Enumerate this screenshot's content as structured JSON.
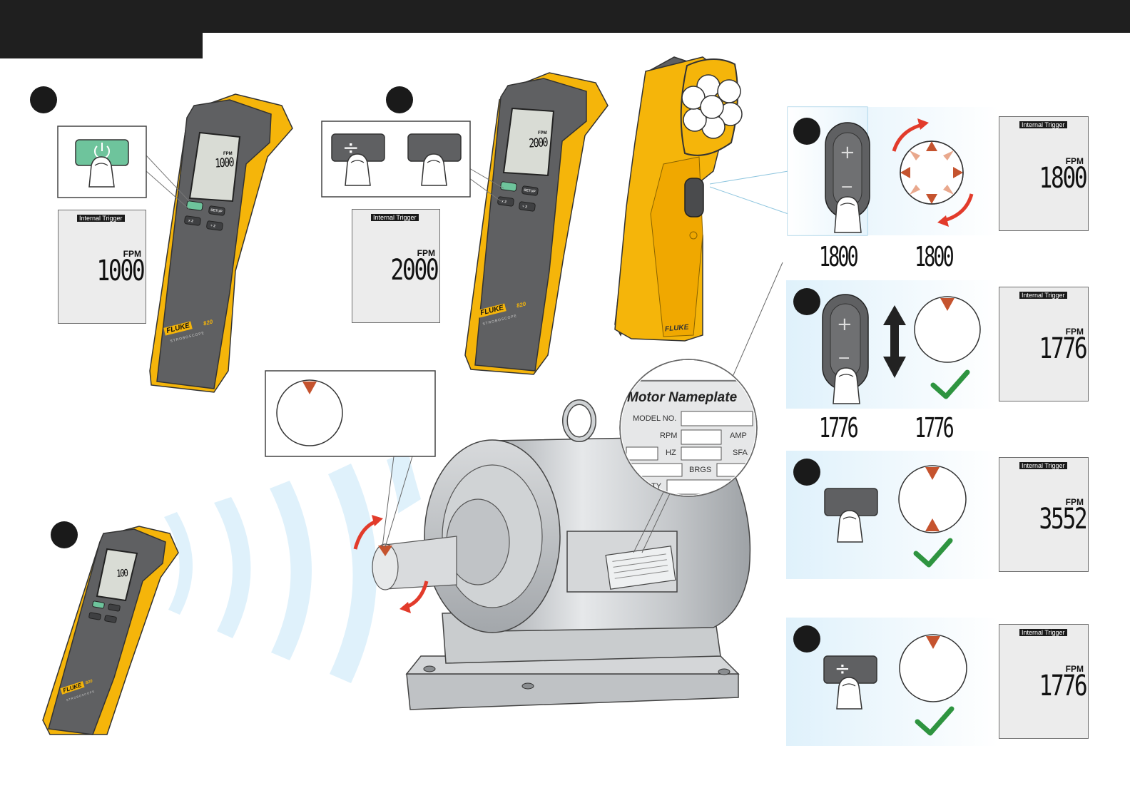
{
  "lcd_tag": "Internal Trigger",
  "lcd_unit": "FPM",
  "step1_display": "1000",
  "step2_display": "2000",
  "device_screen_1": "1000",
  "device_screen_2": "2000",
  "device_screen_3": "100",
  "device_brand": "FLUKE",
  "device_model": "820",
  "device_subtitle": "STROBOSCOPE",
  "device_buttons": {
    "setup": "SETUP",
    "x2": "x 2",
    "div2": "÷ 2"
  },
  "step3_display": "1800",
  "step3_readout_left": "1800",
  "step3_readout_right": "1800",
  "step4_display": "1776",
  "step4_readout_left": "1776",
  "step4_readout_right": "1776",
  "step5_display": "3552",
  "step6_display": "1776",
  "button_symbols": {
    "divide": "÷",
    "plus": "+",
    "minus": "−"
  },
  "nameplate": {
    "title": "Motor Nameplate",
    "model": "MODEL NO.",
    "rpm": "RPM",
    "amp": "AMP",
    "hz": "HZ",
    "sfa": "SFA",
    "brgs": "BRGS",
    "ty": "TY"
  },
  "colors": {
    "device_body": "#5f6062",
    "device_accent": "#f5b50a",
    "power_button": "#6ec49c",
    "marker": "#c5532e",
    "arrow": "#e23b2b",
    "check": "#2e9440",
    "highlight_bg": "#e3f3fb"
  }
}
